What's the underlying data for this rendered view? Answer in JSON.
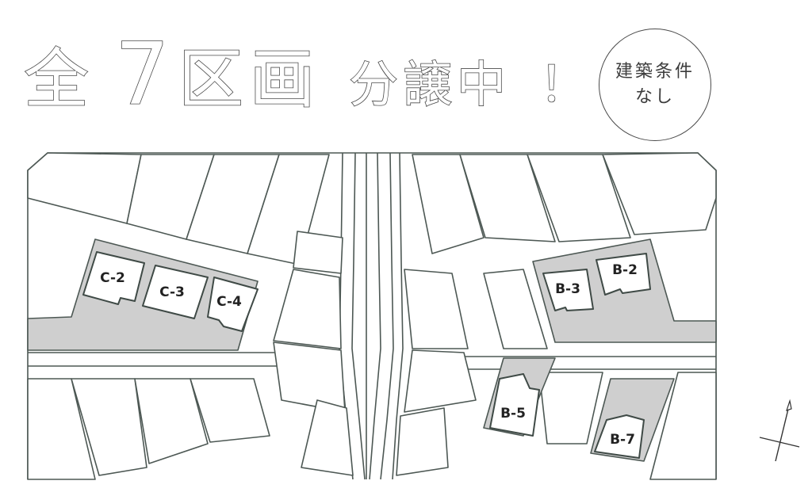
{
  "headline": {
    "all": "全",
    "count": "7",
    "lots": "区画",
    "status": "分譲中",
    "exclamation": "！"
  },
  "badge": {
    "line1": "建築条件",
    "line2": "なし"
  },
  "lots": [
    {
      "id": "C-2"
    },
    {
      "id": "C-3"
    },
    {
      "id": "C-4"
    },
    {
      "id": "B-3"
    },
    {
      "id": "B-2"
    },
    {
      "id": "B-5"
    },
    {
      "id": "B-7"
    }
  ],
  "colors": {
    "line": "#4d5854",
    "lot_fill": "#cfcfcf",
    "text": "#222222"
  }
}
